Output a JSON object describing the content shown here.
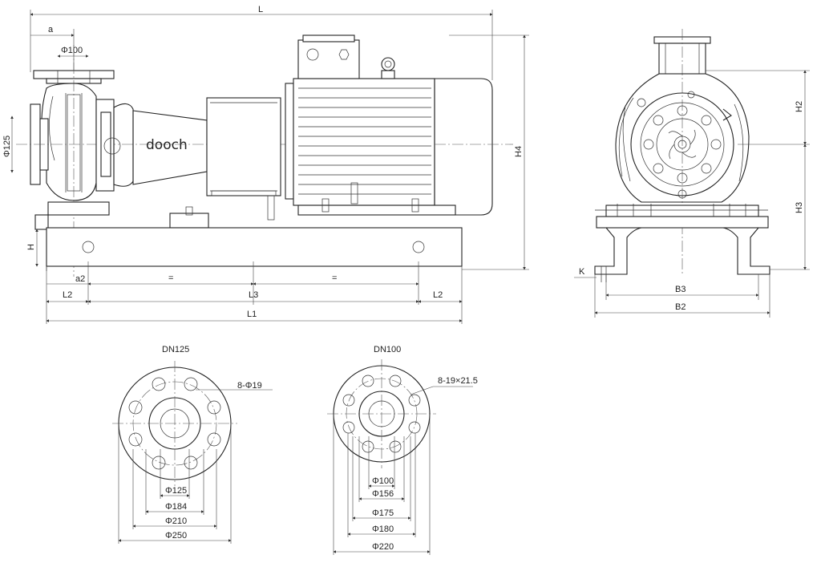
{
  "side_view": {
    "dims": {
      "L": "L",
      "a": "a",
      "phi100": "Φ100",
      "phi125": "Φ125",
      "H": "H",
      "H4": "H4",
      "a2": "a2",
      "eq1": "=",
      "eq2": "=",
      "L2_left": "L2",
      "L3": "L3",
      "L2_right": "L2",
      "L1": "L1"
    },
    "brand": "dooch"
  },
  "end_view": {
    "dims": {
      "H2": "H2",
      "H3": "H3",
      "K": "K",
      "B3": "B3",
      "B2": "B2"
    }
  },
  "flange_dn125": {
    "title": "DN125",
    "holes_label": "8-Φ19",
    "d1": "Φ125",
    "d2": "Φ184",
    "d3": "Φ210",
    "d4": "Φ250"
  },
  "flange_dn100": {
    "title": "DN100",
    "holes_label": "8-19×21.5",
    "d1": "Φ100",
    "d2": "Φ156",
    "d3": "Φ175",
    "d4": "Φ180",
    "d5": "Φ220"
  }
}
